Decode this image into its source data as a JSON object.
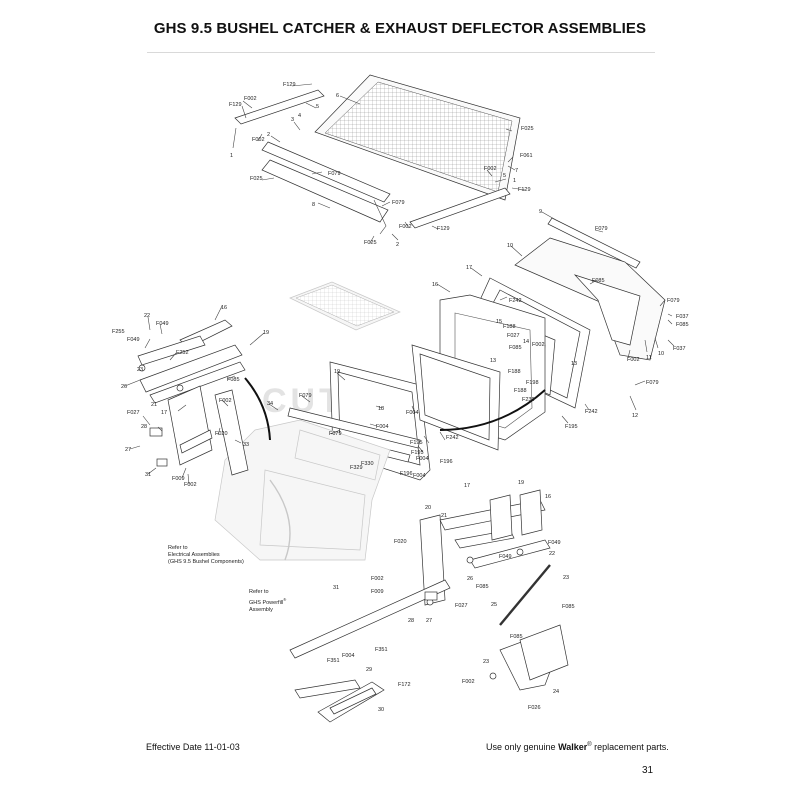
{
  "header": {
    "title": "GHS 9.5 BUSHEL CATCHER & EXHAUST DEFLECTOR ASSEMBLIES"
  },
  "watermark": "CUTLER'S",
  "notes": {
    "electrical": [
      "Refer to",
      "Electrical Assemblies",
      "(GHS 9.5 Bushel Components)"
    ],
    "powerfill": [
      "Refer to",
      "GHS Powerfill",
      "Assembly"
    ]
  },
  "footer": {
    "effective_date": "Effective Date 11-01-03",
    "genuine_prefix": "Use only genuine ",
    "brand": "Walker",
    "genuine_suffix": " replacement parts.",
    "page_number": "31"
  },
  "callouts": [
    {
      "t": "F129"
    },
    {
      "t": "F002"
    },
    {
      "t": "F129"
    },
    {
      "t": "5"
    },
    {
      "t": "6"
    },
    {
      "t": "3"
    },
    {
      "t": "4"
    },
    {
      "t": "2"
    },
    {
      "t": "F002"
    },
    {
      "t": "1"
    },
    {
      "t": "F025"
    },
    {
      "t": "F061"
    },
    {
      "t": "7"
    },
    {
      "t": "F002"
    },
    {
      "t": "5"
    },
    {
      "t": "1"
    },
    {
      "t": "F129"
    },
    {
      "t": "F079"
    },
    {
      "t": "F025"
    },
    {
      "t": "8"
    },
    {
      "t": "F079"
    },
    {
      "t": "F002"
    },
    {
      "t": "F129"
    },
    {
      "t": "F025"
    },
    {
      "t": "2"
    },
    {
      "t": "9"
    },
    {
      "t": "F079"
    },
    {
      "t": "10"
    },
    {
      "t": "17"
    },
    {
      "t": "F085"
    },
    {
      "t": "16"
    },
    {
      "t": "F242"
    },
    {
      "t": "F079"
    },
    {
      "t": "F037"
    },
    {
      "t": "F085"
    },
    {
      "t": "15"
    },
    {
      "t": "F188"
    },
    {
      "t": "F027"
    },
    {
      "t": "14"
    },
    {
      "t": "F002"
    },
    {
      "t": "F085"
    },
    {
      "t": "F037"
    },
    {
      "t": "F002"
    },
    {
      "t": "11"
    },
    {
      "t": "10"
    },
    {
      "t": "13"
    },
    {
      "t": "F188"
    },
    {
      "t": "F198"
    },
    {
      "t": "F188"
    },
    {
      "t": "F230"
    },
    {
      "t": "13"
    },
    {
      "t": "F079"
    },
    {
      "t": "F242"
    },
    {
      "t": "F195"
    },
    {
      "t": "12"
    },
    {
      "t": "22"
    },
    {
      "t": "F049"
    },
    {
      "t": "16"
    },
    {
      "t": "F255"
    },
    {
      "t": "F049"
    },
    {
      "t": "F252"
    },
    {
      "t": "19"
    },
    {
      "t": "26"
    },
    {
      "t": "F085"
    },
    {
      "t": "23"
    },
    {
      "t": "21"
    },
    {
      "t": "F002"
    },
    {
      "t": "F027"
    },
    {
      "t": "17"
    },
    {
      "t": "28"
    },
    {
      "t": "F020"
    },
    {
      "t": "27"
    },
    {
      "t": "33"
    },
    {
      "t": "31"
    },
    {
      "t": "F009"
    },
    {
      "t": "F002"
    },
    {
      "t": "19"
    },
    {
      "t": "34"
    },
    {
      "t": "F079"
    },
    {
      "t": "18"
    },
    {
      "t": "F004"
    },
    {
      "t": "F079"
    },
    {
      "t": "F004"
    },
    {
      "t": "F195"
    },
    {
      "t": "F242"
    },
    {
      "t": "F195"
    },
    {
      "t": "F004"
    },
    {
      "t": "F196"
    },
    {
      "t": "F330"
    },
    {
      "t": "F329"
    },
    {
      "t": "F196"
    },
    {
      "t": "F004"
    },
    {
      "t": "20"
    },
    {
      "t": "17"
    },
    {
      "t": "19"
    },
    {
      "t": "16"
    },
    {
      "t": "21"
    },
    {
      "t": "F020"
    },
    {
      "t": "F049"
    },
    {
      "t": "22"
    },
    {
      "t": "F049"
    },
    {
      "t": "26"
    },
    {
      "t": "23"
    },
    {
      "t": "F085"
    },
    {
      "t": "F002"
    },
    {
      "t": "F009"
    },
    {
      "t": "31"
    },
    {
      "t": "F027"
    },
    {
      "t": "28"
    },
    {
      "t": "27"
    },
    {
      "t": "25"
    },
    {
      "t": "F085"
    },
    {
      "t": "F085"
    },
    {
      "t": "F351"
    },
    {
      "t": "23"
    },
    {
      "t": "F351"
    },
    {
      "t": "F004"
    },
    {
      "t": "29"
    },
    {
      "t": "F172"
    },
    {
      "t": "F002"
    },
    {
      "t": "24"
    },
    {
      "t": "30"
    },
    {
      "t": "F026"
    }
  ]
}
